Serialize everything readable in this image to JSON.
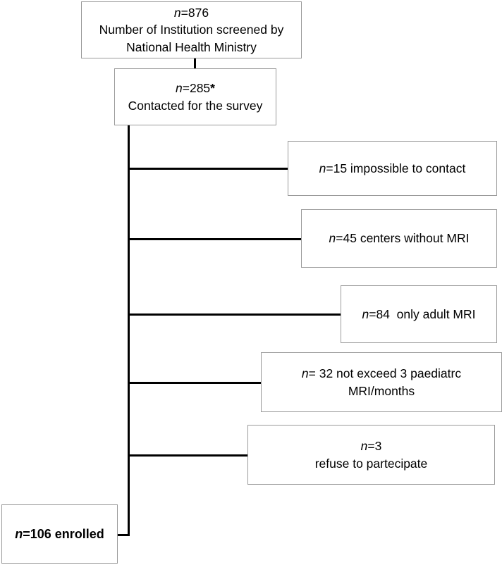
{
  "figure": {
    "type": "flow-diagram",
    "description": "Study participation flow chart of institutions screened, contacted, excluded and enrolled"
  },
  "nodes": {
    "screened": {
      "count_label": "n=876",
      "n_symbol": "n",
      "n_value": "=876",
      "line1": "Number of Institution screened by",
      "line2": "National Health Ministry"
    },
    "contacted": {
      "n_symbol": "n",
      "n_value": "=285",
      "star": "*",
      "line1": "Contacted for the survey"
    },
    "excluded_1": {
      "n_symbol": "n",
      "text": "=15 impossible to contact"
    },
    "excluded_2": {
      "n_symbol": "n",
      "text": "=45 centers without MRI"
    },
    "excluded_3": {
      "n_symbol": "n",
      "text": "=84  only adult MRI"
    },
    "excluded_4": {
      "n_symbol": "n",
      "line1": "= 32 not exceed 3 paediatrc",
      "line2": "MRI/months"
    },
    "excluded_5": {
      "n_symbol": "n",
      "line1": "=3",
      "line2": "refuse to partecipate"
    },
    "enrolled": {
      "n_symbol": "n",
      "text": "=106 enrolled"
    }
  },
  "chart_data": {
    "type": "flow",
    "title": "",
    "stages": [
      {
        "label": "Number of Institution screened by National Health Ministry",
        "n": 876
      },
      {
        "label": "Contacted for the survey",
        "n": 285,
        "note": "*"
      },
      {
        "label": "enrolled",
        "n": 106
      }
    ],
    "exclusions": [
      {
        "label": "impossible to contact",
        "n": 15
      },
      {
        "label": "centers without MRI",
        "n": 45
      },
      {
        "label": "only adult MRI",
        "n": 84
      },
      {
        "label": "not exceed 3 paediatrc MRI/months",
        "n": 32
      },
      {
        "label": "refuse to partecipate",
        "n": 3
      }
    ]
  },
  "colors": {
    "box_border": "#9a9a9a",
    "connector": "#000000",
    "background": "#ffffff",
    "text": "#000000"
  }
}
